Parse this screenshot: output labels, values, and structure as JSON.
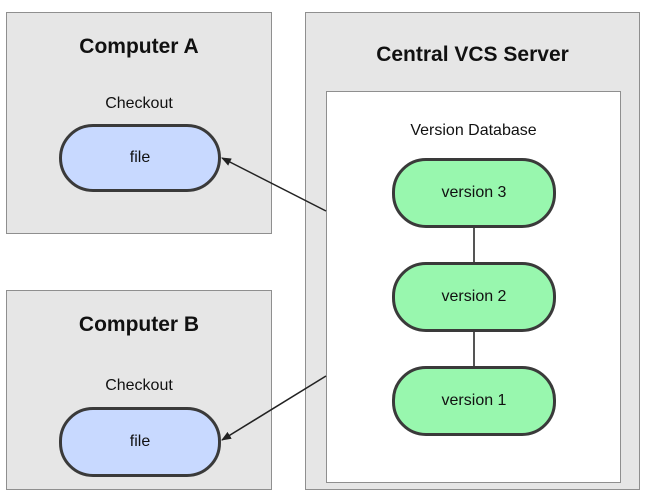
{
  "computer_a": {
    "title": "Computer A",
    "checkout_label": "Checkout",
    "file_label": "file"
  },
  "computer_b": {
    "title": "Computer B",
    "checkout_label": "Checkout",
    "file_label": "file"
  },
  "server": {
    "title": "Central VCS Server",
    "database_label": "Version Database",
    "versions": [
      "version 3",
      "version 2",
      "version 1"
    ]
  },
  "colors": {
    "box_fill": "#e6e6e6",
    "file_fill": "#c8d9ff",
    "version_fill": "#98f7ae",
    "outline": "#3a3a3a"
  }
}
